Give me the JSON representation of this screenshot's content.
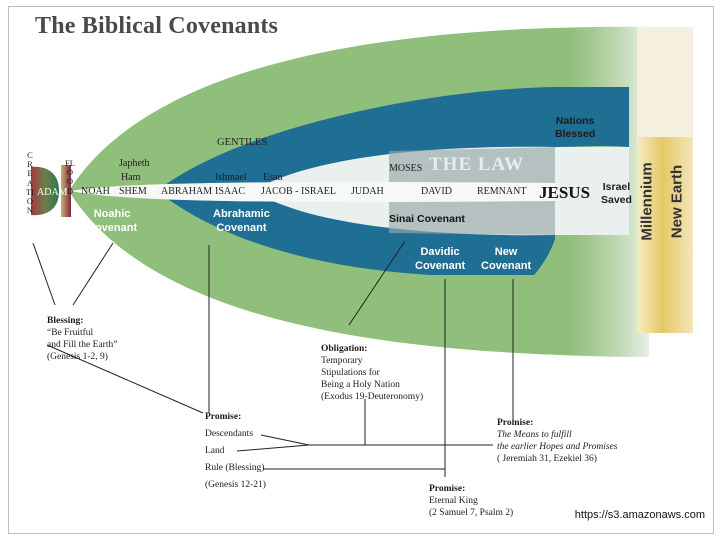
{
  "title": "The Biblical Covenants",
  "left_vertical": {
    "creation": "CREATION",
    "flood": "FLOOD"
  },
  "names": {
    "adam": "ADAM",
    "noah": "NOAH",
    "japheth": "Japheth",
    "ham": "Ham",
    "shem": "SHEM",
    "abraham": "ABRAHAM",
    "ishmael": "Ishmael",
    "esau": "Esau",
    "isaac": "ISAAC",
    "jacob": "JACOB - ISRAEL",
    "judah": "JUDAH",
    "david": "DAVID",
    "remnant": "REMNANT",
    "moses": "MOSES",
    "gentiles": "GENTILES",
    "jesus": "JESUS"
  },
  "law_banner": "THE LAW",
  "regions": {
    "noahic": "Noahic\nCovenant",
    "abrahamic": "Abrahamic\nCovenant",
    "sinai": "Sinai Covenant",
    "davidic": "Davidic\nCovenant",
    "new": "New\nCovenant",
    "nations": "Nations\nBlessed",
    "israel": "Israel\nSaved",
    "millennium": "Millennium",
    "new_earth": "New Earth"
  },
  "notes": {
    "blessing": {
      "head": "Blessing:",
      "body": "“Be Fruitful\nand Fill the Earth”\n(Genesis 1-2, 9)"
    },
    "obligation": {
      "head": "Obligation:",
      "body": "Temporary\nStipulations for\nBeing a Holy Nation\n(Exodus 19-Deuteronomy)"
    },
    "promise_abraham": {
      "head": "Promise:",
      "items": [
        "Descendants",
        "Land",
        "Rule (Blessing)"
      ],
      "ref": "(Genesis 12-21)"
    },
    "promise_new": {
      "head": "Promise:",
      "body": "The Means to fulfill\nthe earlier Hopes and Promises",
      "ref": "( Jeremiah 31, Ezekiel 36)"
    },
    "promise_david": {
      "head": "Promise:",
      "body": "Eternal King\n(2 Samuel 7, Psalm 2)"
    }
  },
  "colors": {
    "green": "#8fbf7a",
    "blue": "#1f6e94",
    "pale": "#e9f0ee",
    "lawgray": "#9aa7a8",
    "gold": "#e3c45e",
    "creation_red": "#8e2b3a"
  },
  "source_url": "https://s3.amazonaws.com"
}
